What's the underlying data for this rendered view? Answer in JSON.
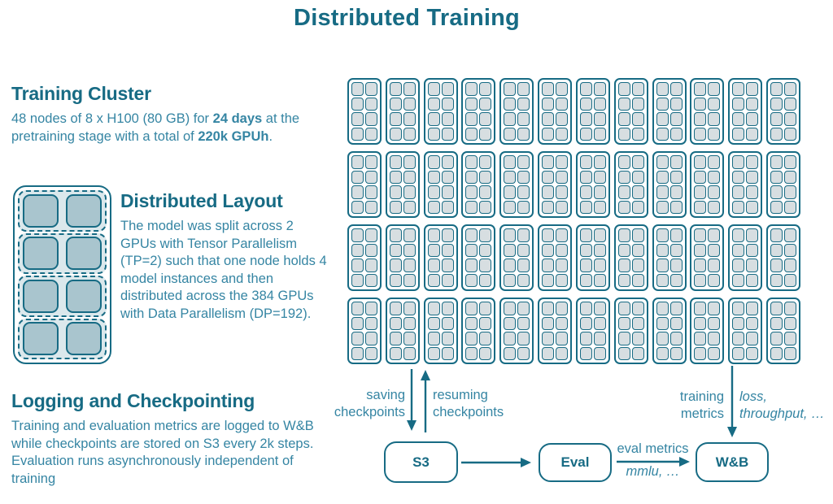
{
  "title": "Distributed Training",
  "colors": {
    "accent": "#176b84",
    "body_text": "#3585a3",
    "instance_fill": "#dbe8ec",
    "gpu_node_fill": "#a9c5ce",
    "gpu_grid_fill": "#d7dee1",
    "background": "#ffffff"
  },
  "sections": {
    "training_cluster": {
      "heading": "Training Cluster",
      "body": {
        "t1": "48 nodes of  8 x H100 (80 GB) for ",
        "b1": "24 days",
        "t2": " at the pretraining stage with a total of ",
        "b2": "220k GPUh",
        "t3": "."
      }
    },
    "distributed_layout": {
      "heading": "Distributed Layout",
      "body": "The model was split across 2 GPUs with Tensor Parallelism (TP=2) such that one node holds 4 model instances and then distributed across the 384 GPUs with Data Parallelism (DP=192)."
    },
    "logging_checkpointing": {
      "heading": "Logging and Checkpointing",
      "body": "Training and evaluation metrics are logged to W&B while checkpoints are stored on S3 every 2k steps. Evaluation runs asynchronously independent of training"
    }
  },
  "node_diagram": {
    "model_instances": 4,
    "gpus_per_instance": 2
  },
  "cluster_grid": {
    "node_columns": 12,
    "node_rows": 4,
    "gpu_columns_per_node": 2,
    "gpu_rows_per_node": 4
  },
  "flow": {
    "saving": {
      "line1": "saving",
      "line2": "checkpoints"
    },
    "resuming": {
      "line1": "resuming",
      "line2": "checkpoints"
    },
    "training_metrics": {
      "line1": "training",
      "line2": "metrics"
    },
    "training_detail": {
      "line1": "loss,",
      "line2": "throughput, …"
    },
    "eval_metrics": "eval metrics",
    "eval_detail": "mmlu, …",
    "boxes": {
      "s3": "S3",
      "eval": "Eval",
      "wandb": "W&B"
    }
  }
}
